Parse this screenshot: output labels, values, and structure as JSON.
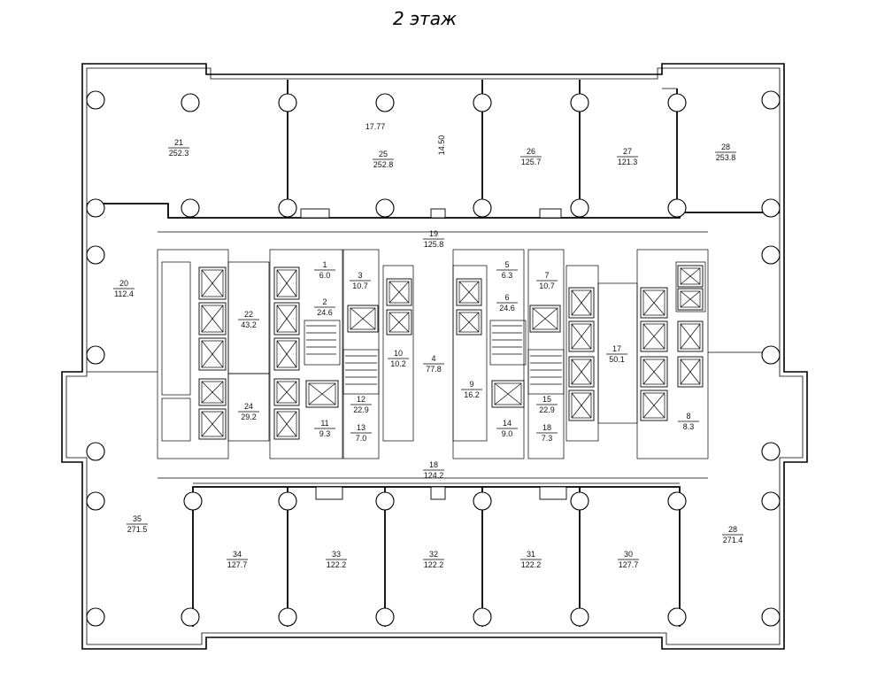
{
  "title": "2 этаж",
  "rooms": [
    {
      "id": "21",
      "num": "21",
      "area": "252.3"
    },
    {
      "id": "25",
      "num": "25",
      "area": "252.8"
    },
    {
      "id": "26",
      "num": "26",
      "area": "125.7"
    },
    {
      "id": "27",
      "num": "27",
      "area": "121.3"
    },
    {
      "id": "28a",
      "num": "28",
      "area": "253.8"
    },
    {
      "id": "19",
      "num": "19",
      "area": "125.8"
    },
    {
      "id": "20",
      "num": "20",
      "area": "112.4"
    },
    {
      "id": "22",
      "num": "22",
      "area": "43.2"
    },
    {
      "id": "24",
      "num": "24",
      "area": "29.2"
    },
    {
      "id": "1",
      "num": "1",
      "area": "6.0"
    },
    {
      "id": "2",
      "num": "2",
      "area": "24.6"
    },
    {
      "id": "3",
      "num": "3",
      "area": "10.7"
    },
    {
      "id": "4",
      "num": "4",
      "area": "77.8"
    },
    {
      "id": "5",
      "num": "5",
      "area": "6.3"
    },
    {
      "id": "6",
      "num": "6",
      "area": "24.6"
    },
    {
      "id": "7",
      "num": "7",
      "area": "10.7"
    },
    {
      "id": "9",
      "num": "9",
      "area": "16.2"
    },
    {
      "id": "10",
      "num": "10",
      "area": "10.2"
    },
    {
      "id": "11",
      "num": "11",
      "area": "9.3"
    },
    {
      "id": "12",
      "num": "12",
      "area": "22.9"
    },
    {
      "id": "13",
      "num": "13",
      "area": "7.0"
    },
    {
      "id": "14",
      "num": "14",
      "area": "9.0"
    },
    {
      "id": "15",
      "num": "15",
      "area": "22.9"
    },
    {
      "id": "16",
      "num": "18",
      "area": "7.3"
    },
    {
      "id": "17",
      "num": "17",
      "area": "50.1"
    },
    {
      "id": "8",
      "num": "8",
      "area": "8.3"
    },
    {
      "id": "18",
      "num": "18",
      "area": "124.2"
    },
    {
      "id": "35",
      "num": "35",
      "area": "271.5"
    },
    {
      "id": "34",
      "num": "34",
      "area": "127.7"
    },
    {
      "id": "33",
      "num": "33",
      "area": "122.2"
    },
    {
      "id": "32",
      "num": "32",
      "area": "122.2"
    },
    {
      "id": "31",
      "num": "31",
      "area": "122.2"
    },
    {
      "id": "30",
      "num": "30",
      "area": "127.7"
    },
    {
      "id": "28b",
      "num": "28",
      "area": "271.4"
    }
  ],
  "dimensions": {
    "length": "17.77",
    "width": "14.50"
  }
}
